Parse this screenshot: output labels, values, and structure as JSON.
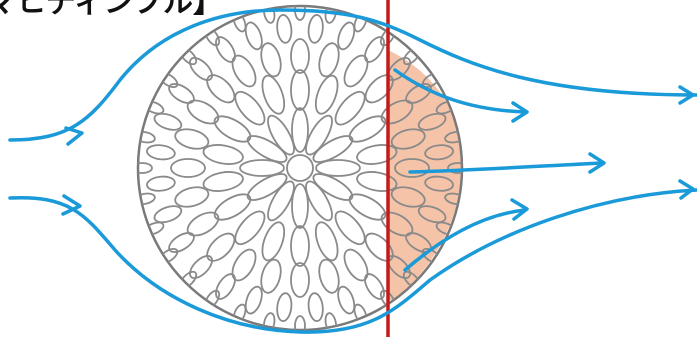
{
  "title": "マヒディンプル】",
  "colors": {
    "flow_arrows": "#1a9ad8",
    "ball_outline": "#7a7a7a",
    "wake_shading": "#f5c3a8",
    "divider_line": "#c41a1a",
    "title_text": "#111111"
  },
  "diagram": {
    "object": "golf-ball",
    "dimple_pattern": "rosette",
    "flow_lines": 5,
    "incoming_arrows": 2,
    "outgoing_arrows": 5
  }
}
